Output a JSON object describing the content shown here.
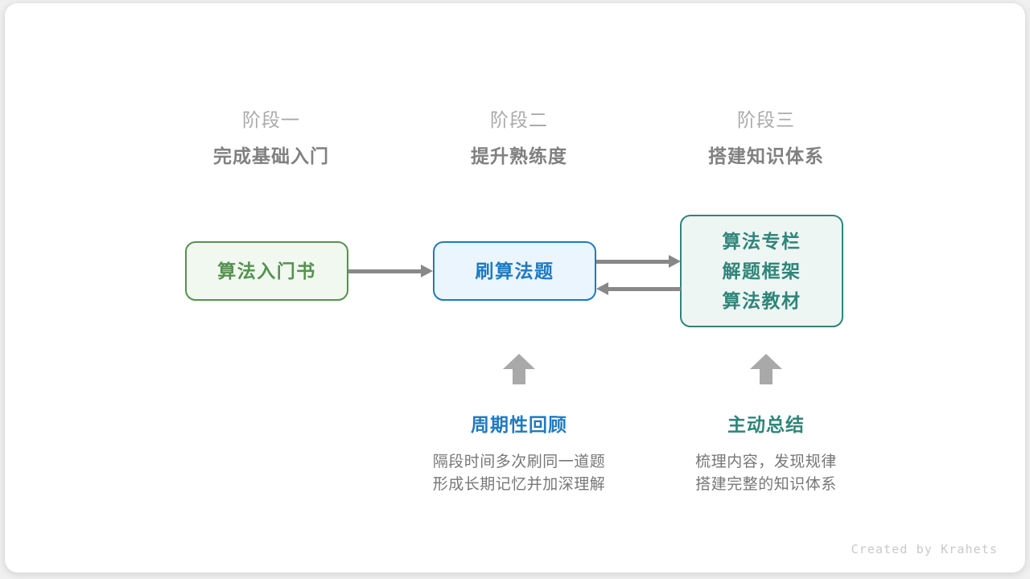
{
  "canvas": {
    "background": "#f0f0f0",
    "card_background": "#ffffff"
  },
  "palette": {
    "green": "#54924f",
    "green_fill": "#f1f8f0",
    "blue": "#1f7ac0",
    "blue_fill": "#eaf5fd",
    "teal": "#2f8579",
    "teal_fill": "#eef6f4",
    "arrow_gray": "#888888",
    "block_arrow_gray": "#a9a9a9",
    "stage_name_gray": "#aaaaaa",
    "stage_goal_gray": "#808080",
    "desc_gray": "#777777",
    "credit_gray": "#c9c9c9"
  },
  "stages": [
    {
      "name": "阶段一",
      "goal": "完成基础入门"
    },
    {
      "name": "阶段二",
      "goal": "提升熟练度"
    },
    {
      "name": "阶段三",
      "goal": "搭建知识体系"
    }
  ],
  "nodes": [
    {
      "id": "intro-book",
      "lines": [
        "算法入门书"
      ],
      "color": "#54924f",
      "fill": "#f1f8f0"
    },
    {
      "id": "practice-problems",
      "lines": [
        "刷算法题"
      ],
      "color": "#1f7ac0",
      "fill": "#eaf5fd"
    },
    {
      "id": "resources",
      "lines": [
        "算法专栏",
        "解题框架",
        "算法教材"
      ],
      "color": "#2f8579",
      "fill": "#eef6f4"
    }
  ],
  "methods": [
    {
      "id": "periodic-review",
      "title": "周期性回顾",
      "title_color": "#1f7ac0",
      "desc_lines": [
        "隔段时间多次刷同一道题",
        "形成长期记忆并加深理解"
      ]
    },
    {
      "id": "active-summary",
      "title": "主动总结",
      "title_color": "#2f8579",
      "desc_lines": [
        "梳理内容，发现规律",
        "搭建完整的知识体系"
      ]
    }
  ],
  "credit": "Created by Krahets"
}
